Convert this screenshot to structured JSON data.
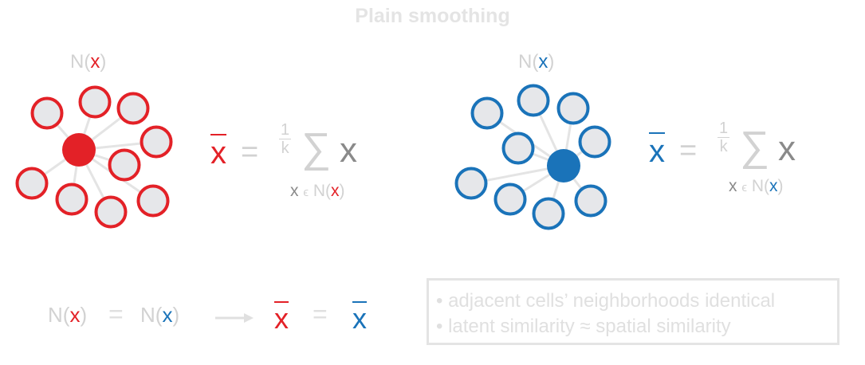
{
  "title": "Plain smoothing",
  "colors": {
    "red": "#e32127",
    "blue": "#1a73b9",
    "node_fill": "#e6e7ea",
    "edge": "#e4e4e4",
    "muted": "#d2d2d2",
    "dark": "#8a8a8a"
  },
  "left_panel": {
    "neighborhood_label": {
      "N": "N(",
      "x": "x",
      "close": ")"
    },
    "formula": {
      "xbar": "x",
      "eq": "=",
      "num": "1",
      "den": "k",
      "sum": "∑",
      "x": "x",
      "sub_x": "x",
      "sub_in": "ϵ",
      "sub_N": "N(",
      "sub_arg": "x",
      "sub_close": ")"
    }
  },
  "right_panel": {
    "neighborhood_label": {
      "N": "N(",
      "x": "x",
      "close": ")"
    },
    "formula": {
      "xbar": "x",
      "eq": "=",
      "num": "1",
      "den": "k",
      "sum": "∑",
      "x": "x",
      "sub_x": "x",
      "sub_in": "ϵ",
      "sub_N": "N(",
      "sub_arg": "x",
      "sub_close": ")"
    }
  },
  "bottom_equation": {
    "left_N": "N(",
    "left_x": "x",
    "left_close": ")",
    "eq1": "=",
    "right_N": "N(",
    "right_x": "x",
    "right_close": ")",
    "arrow": "→",
    "bar_red": "x",
    "eq2": "=",
    "bar_blue": "x"
  },
  "notes": [
    "• adjacent cells’ neighborhoods identical",
    "• latent similarity ≈ spatial similarity"
  ]
}
